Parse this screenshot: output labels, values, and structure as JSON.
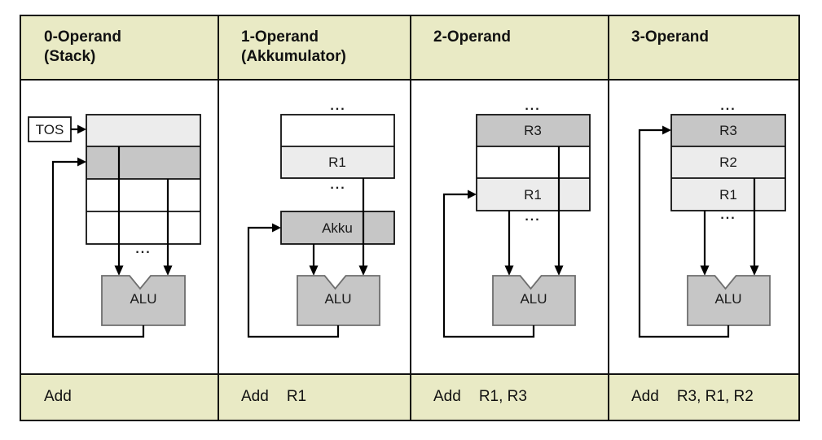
{
  "colors": {
    "header_footer_bg": "#e9eac5",
    "register_light": "#ececec",
    "register_medium": "#c6c6c6",
    "alu_fill": "#c6c6c6",
    "alu_border": "#6e6e6e",
    "line_color": "#000000",
    "table_border": "#111111"
  },
  "columns": [
    {
      "header_line1": "0-Operand",
      "header_line2": "(Stack)",
      "instruction_mnemonic": "Add",
      "instruction_operands": "",
      "labels": {
        "tos": "TOS",
        "alu": "ALU",
        "dots_bottom": "..."
      }
    },
    {
      "header_line1": "1-Operand",
      "header_line2": "(Akkumulator)",
      "instruction_mnemonic": "Add",
      "instruction_operands": "R1",
      "labels": {
        "dots_top": "...",
        "r1": "R1",
        "dots_bottom": "...",
        "akku": "Akku",
        "alu": "ALU"
      }
    },
    {
      "header_line1": "2-Operand",
      "header_line2": "",
      "instruction_mnemonic": "Add",
      "instruction_operands": "R1, R3",
      "labels": {
        "dots_top": "...",
        "r3": "R3",
        "r1": "R1",
        "dots_bottom": "...",
        "alu": "ALU"
      }
    },
    {
      "header_line1": "3-Operand",
      "header_line2": "",
      "instruction_mnemonic": "Add",
      "instruction_operands": "R3, R1, R2",
      "labels": {
        "dots_top": "...",
        "r3": "R3",
        "r2": "R2",
        "r1": "R1",
        "dots_bottom": "...",
        "alu": "ALU"
      }
    }
  ]
}
